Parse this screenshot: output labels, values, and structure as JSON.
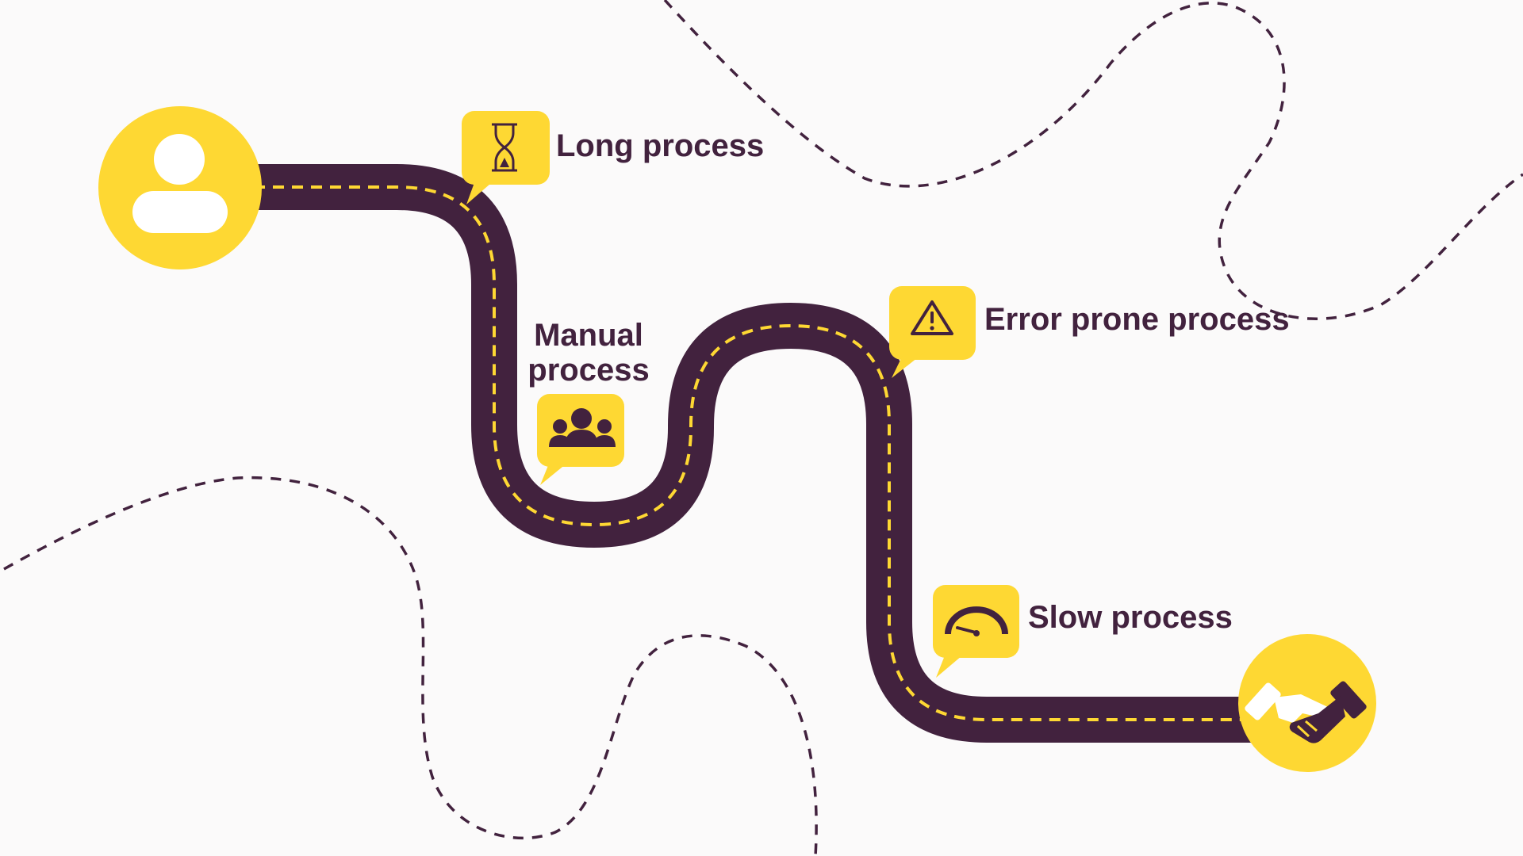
{
  "colors": {
    "background": "#fbfafa",
    "road": "#42223e",
    "accent": "#fed833",
    "text": "#42223e"
  },
  "start_node": {
    "icon": "person-icon"
  },
  "end_node": {
    "icon": "handshake-icon"
  },
  "steps": [
    {
      "label": "Long process",
      "icon": "hourglass-icon"
    },
    {
      "label": "Manual process",
      "icon": "people-icon"
    },
    {
      "label": "Error prone process",
      "icon": "warning-icon"
    },
    {
      "label": "Slow process",
      "icon": "speedometer-icon"
    }
  ]
}
